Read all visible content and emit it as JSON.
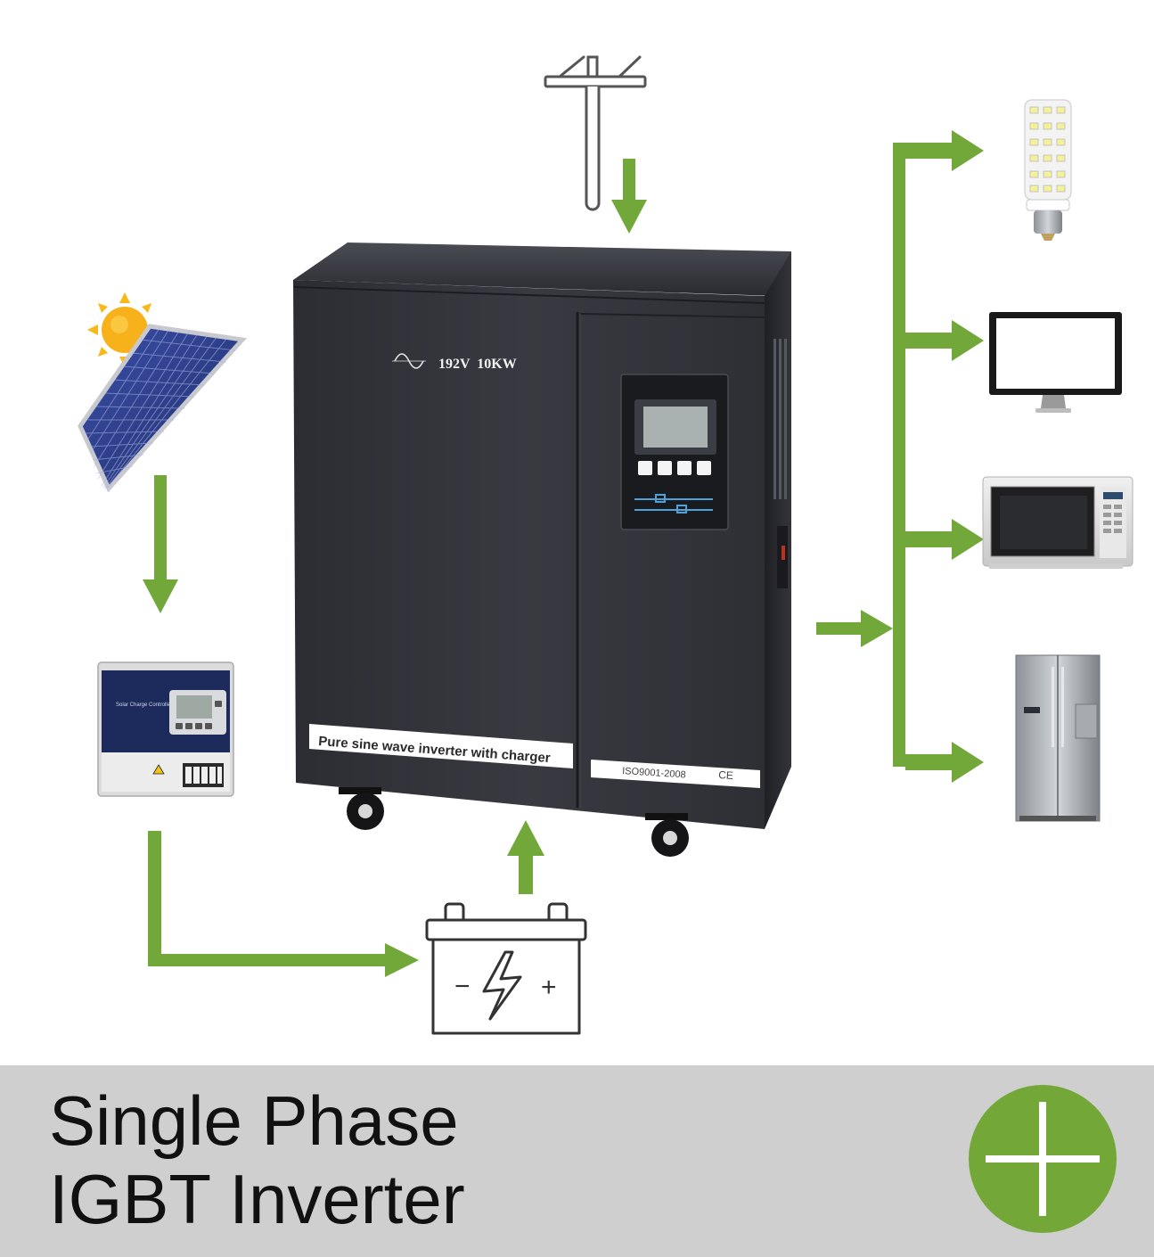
{
  "inverter": {
    "rating_label": "192V  10KW",
    "banner_label": "Pure sine wave inverter with charger",
    "certification_label": "ISO9001-2008",
    "ce_mark": "CE"
  },
  "charge_controller": {
    "panel_label": "Solar Charge Controller"
  },
  "battery": {
    "minus_sign": "−",
    "plus_sign": "+"
  },
  "footer": {
    "title_line1": "Single Phase",
    "title_line2": "IGBT Inverter"
  },
  "colors": {
    "arrow_green": "#72a83a",
    "badge_green": "#73a838",
    "footer_gray": "#cfcfcf",
    "cabinet_dark": "#33343a",
    "solar_blue": "#2f3f8f",
    "sun_yellow": "#f6b81a",
    "controller_navy": "#1c2a5c"
  },
  "icons": [
    "utility-pole-icon",
    "sun-icon",
    "solar-panel-icon",
    "battery-icon",
    "lightning-icon",
    "led-bulb-icon",
    "monitor-icon",
    "microwave-icon",
    "refrigerator-icon",
    "plus-icon",
    "sine-wave-icon"
  ]
}
